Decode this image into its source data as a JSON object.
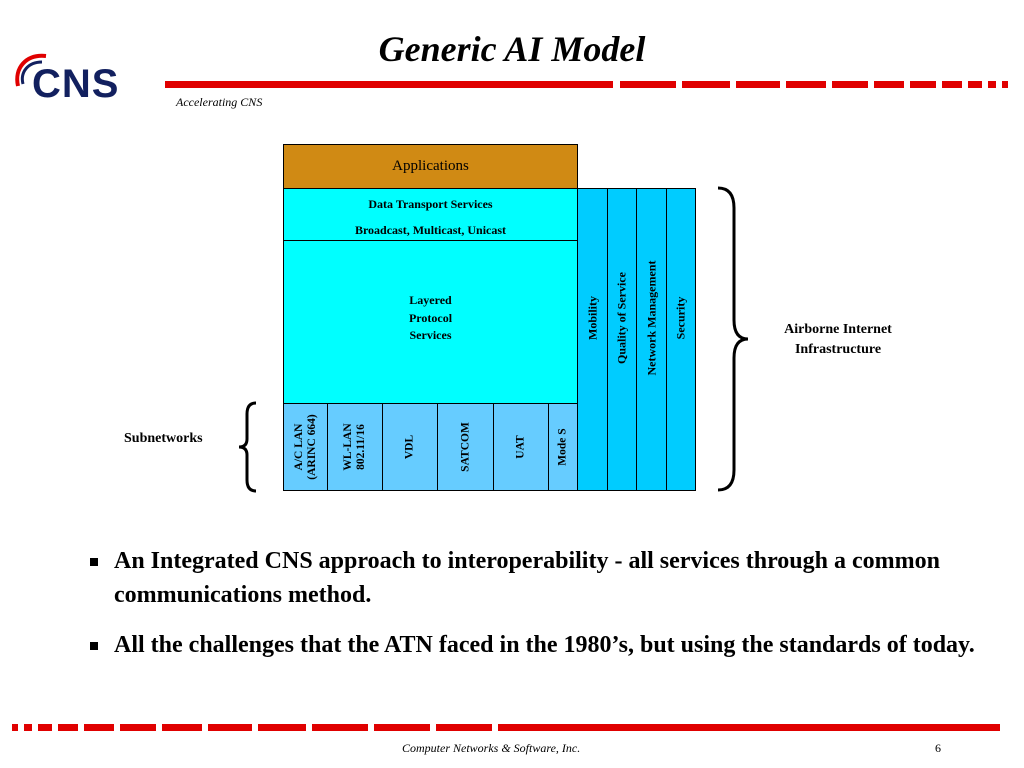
{
  "header": {
    "logo_text": "CNS",
    "title": "Generic AI Model",
    "tagline": "Accelerating CNS"
  },
  "diagram": {
    "applications": "Applications",
    "data_transport": {
      "line1": "Data Transport Services",
      "line2": "Broadcast, Multicast, Unicast"
    },
    "layered_protocol": [
      "Layered",
      "Protocol",
      "Services"
    ],
    "subnetworks": [
      {
        "lines": [
          "A/C LAN",
          "(ARINC 664)"
        ]
      },
      {
        "lines": [
          "WL-LAN",
          "802.11/16"
        ]
      },
      {
        "lines": [
          "VDL"
        ]
      },
      {
        "lines": [
          "SATCOM"
        ]
      },
      {
        "lines": [
          "UAT"
        ]
      },
      {
        "lines": [
          "Mode S"
        ]
      }
    ],
    "services": [
      "Mobility",
      "Quality of Service",
      "Network Management",
      "Security"
    ],
    "subnetworks_label": "Subnetworks",
    "airborne_label": [
      "Airborne Internet",
      "Infrastructure"
    ],
    "colors": {
      "applications": "#d08a14",
      "transport": "#00ffff",
      "subnetwork": "#66ccff",
      "service": "#00ccff",
      "rule": "#e00000",
      "logo": "#12205f"
    }
  },
  "bullets": [
    "An Integrated CNS approach to interoperability - all services through a common communications method.",
    "All the challenges that the ATN faced in the 1980’s, but using the standards of today."
  ],
  "footer": {
    "company": "Computer Networks & Software, Inc.",
    "page": "6"
  }
}
